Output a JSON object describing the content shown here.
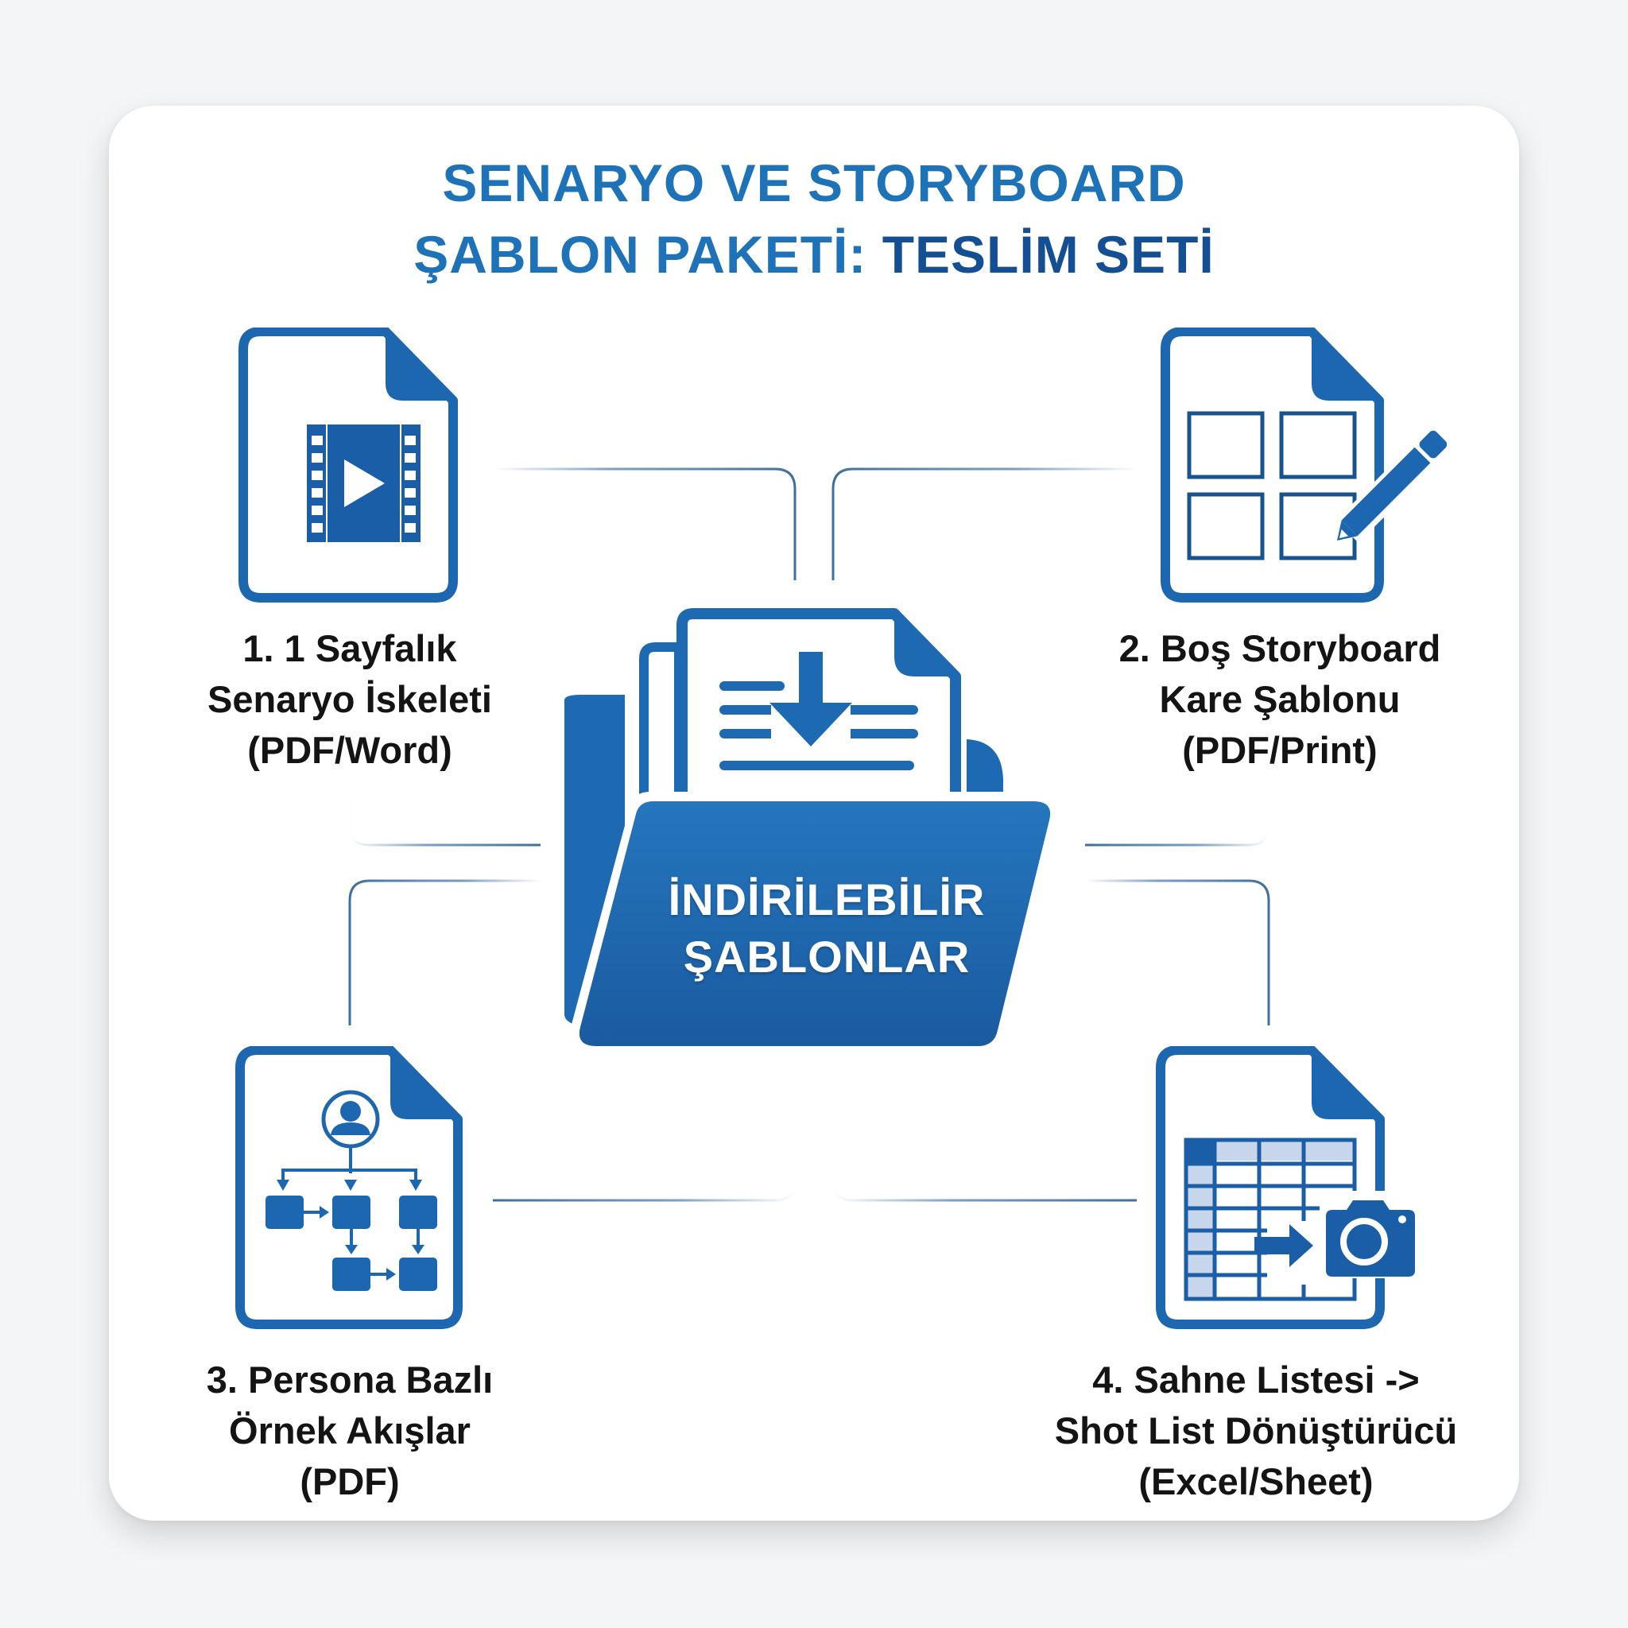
{
  "title": {
    "line1": "SENARYO VE STORYBOARD",
    "line2_part1": "ŞABLON PAKETİ: ",
    "line2_part2": "TESLİM SETİ"
  },
  "center": {
    "icon": "folder-download-icon",
    "line1": "İNDİRİLEBİLİR",
    "line2": "ŞABLONLAR"
  },
  "items": [
    {
      "icon": "film-document-icon",
      "lines": [
        "1. 1 Sayfalık",
        "Senaryo İskeleti",
        "(PDF/Word)"
      ]
    },
    {
      "icon": "storyboard-grid-pencil-icon",
      "lines": [
        "2. Boş Storyboard",
        "Kare Şablonu",
        "(PDF/Print)"
      ]
    },
    {
      "icon": "persona-flowchart-icon",
      "lines": [
        "3. Persona Bazlı",
        "Örnek Akışlar",
        "(PDF)"
      ]
    },
    {
      "icon": "spreadsheet-camera-icon",
      "lines": [
        "4. Sahne Listesi ->",
        "Shot List Dönüştürücü",
        "(Excel/Sheet)"
      ]
    }
  ],
  "colors": {
    "primary": "#1e73b8",
    "dark": "#154f93",
    "text": "#141414",
    "background": "#f4f5f6",
    "card": "#ffffff"
  }
}
